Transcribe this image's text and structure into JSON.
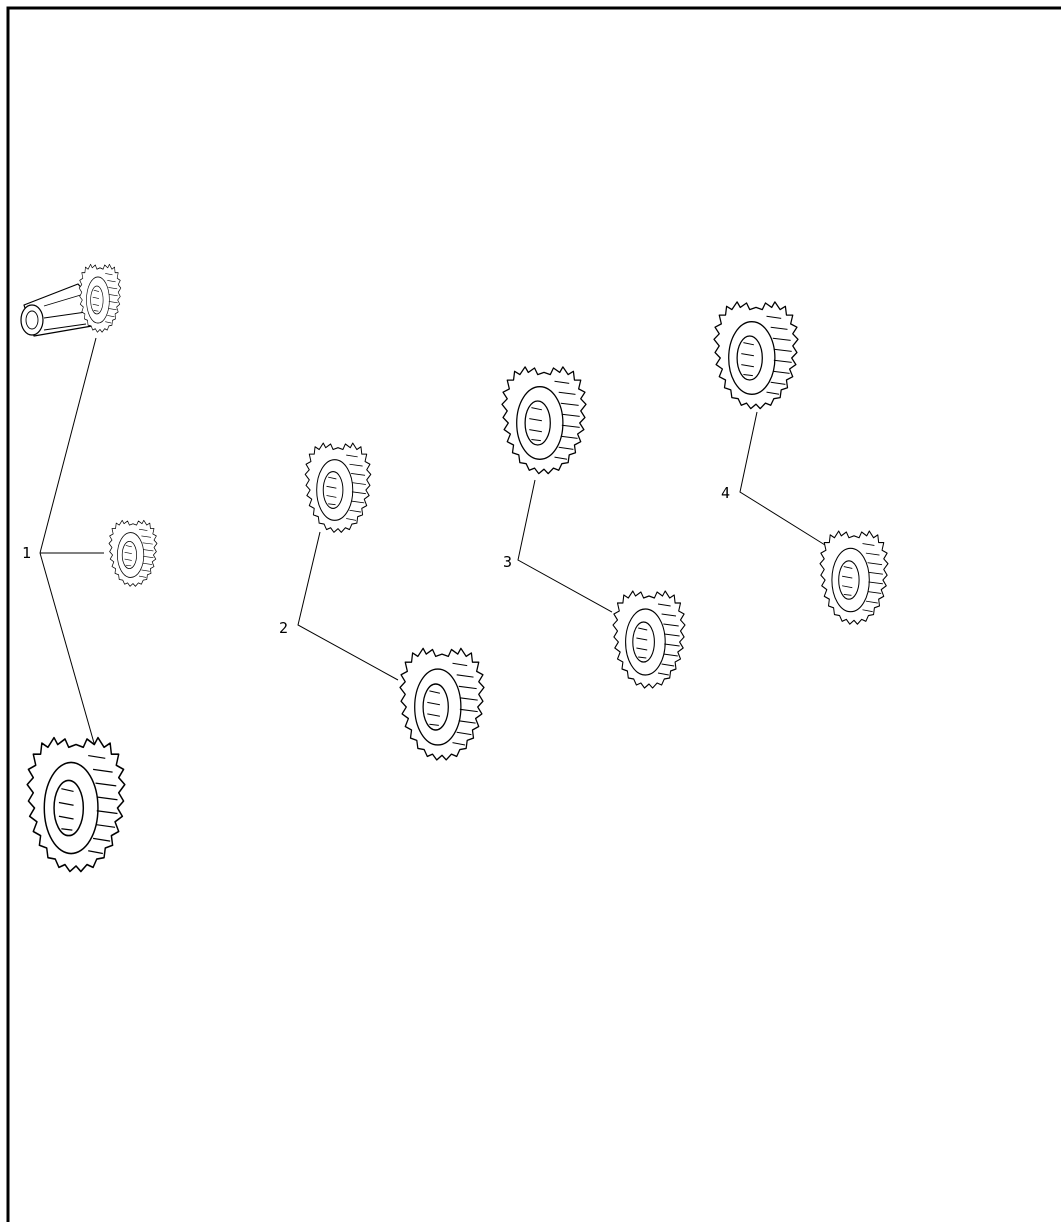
{
  "diagram": {
    "callouts": [
      {
        "id": "1",
        "label": "1"
      },
      {
        "id": "2",
        "label": "2"
      },
      {
        "id": "3",
        "label": "3"
      },
      {
        "id": "4",
        "label": "4"
      }
    ],
    "parts": [
      {
        "id": "input-shaft-gear",
        "callout": "1"
      },
      {
        "id": "small-gear-1",
        "callout": "1"
      },
      {
        "id": "large-gear-1",
        "callout": "1"
      },
      {
        "id": "gear-2-upper",
        "callout": "2"
      },
      {
        "id": "gear-2-lower",
        "callout": "2"
      },
      {
        "id": "gear-3-upper",
        "callout": "3"
      },
      {
        "id": "gear-3-lower",
        "callout": "3"
      },
      {
        "id": "gear-4-upper",
        "callout": "4"
      },
      {
        "id": "gear-4-lower",
        "callout": "4"
      }
    ]
  }
}
